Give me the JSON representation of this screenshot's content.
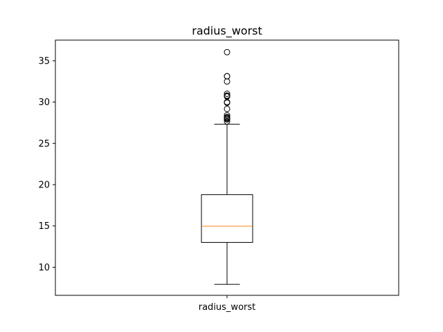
{
  "chart_data": {
    "type": "box",
    "title": "radius_worst",
    "xlabel": "",
    "ylabel": "",
    "categories": [
      "radius_worst"
    ],
    "ylim": [
      6.6,
      37.5
    ],
    "yticks": [
      10,
      15,
      20,
      25,
      30,
      35
    ],
    "grid": false,
    "legend": "none",
    "series": [
      {
        "whisker_low": 7.93,
        "q1": 13.01,
        "median": 14.97,
        "q3": 18.79,
        "whisker_high": 27.32,
        "outliers": [
          27.66,
          27.9,
          28.01,
          28.11,
          28.19,
          28.4,
          29.17,
          29.92,
          30.0,
          30.67,
          30.75,
          30.79,
          31.01,
          32.49,
          33.12,
          33.13,
          36.04
        ]
      }
    ],
    "colors": {
      "box": "#000000",
      "median": "#ff7f0e",
      "outlier": "#000000"
    }
  }
}
